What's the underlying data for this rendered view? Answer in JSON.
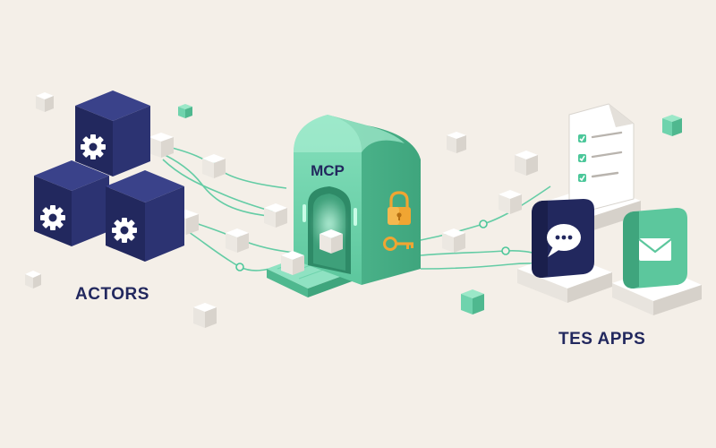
{
  "labels": {
    "actors": "ACTORS",
    "gateway": "MCP",
    "apps": "TES APPS"
  },
  "icons": {
    "actor_cubes": [
      "gear-icon",
      "gear-icon",
      "gear-icon"
    ],
    "gateway": [
      "padlock-icon",
      "key-icon"
    ],
    "apps": [
      "document-checklist-icon",
      "chat-bubble-icon",
      "envelope-icon"
    ]
  },
  "colors": {
    "background": "#f4efe8",
    "actor_cube": "#22285e",
    "gateway": "#6fd3ad",
    "connector": "#4cc79a",
    "lock_key": "#f0a532",
    "label_text": "#22285e"
  }
}
